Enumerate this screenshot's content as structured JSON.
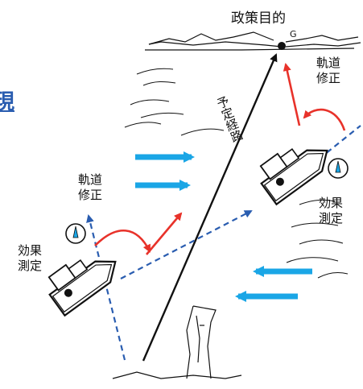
{
  "diagram": {
    "goal_label": "政策目的",
    "goal_marker": "G",
    "planned_route_label": "予定経路",
    "correction_label_top_right": [
      "軌道",
      "修正"
    ],
    "correction_label_left": [
      "軌道",
      "修正"
    ],
    "measurement_label_left": [
      "効果",
      "測定"
    ],
    "measurement_label_right": [
      "効果",
      "測定"
    ],
    "partial_left_edge_char": "現",
    "colors": {
      "ink": "#111111",
      "current_arrow": "#1aa6e6",
      "measure_line": "#2a5db0",
      "correction_arrow": "#e8322a",
      "partial_text": "#2a5db0"
    },
    "icons": [
      "compass-icon",
      "boat-icon",
      "goal-flag-icon"
    ]
  }
}
